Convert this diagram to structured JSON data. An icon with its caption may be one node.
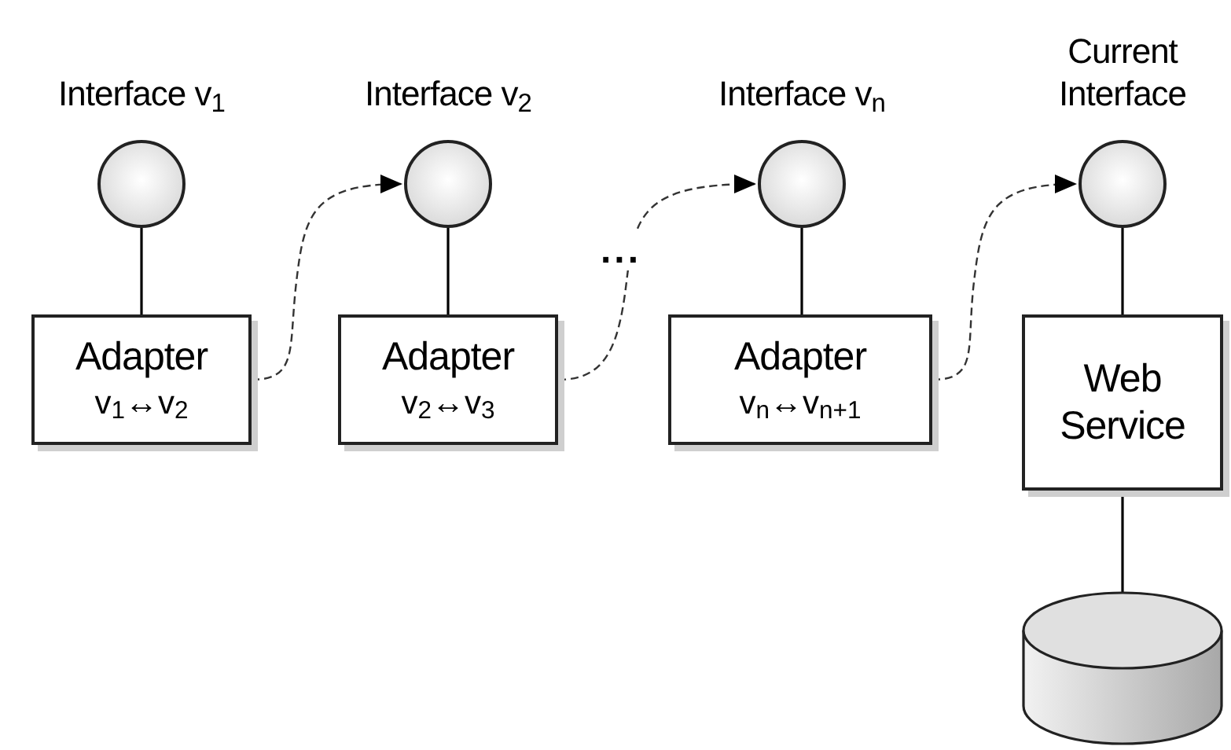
{
  "diagram": {
    "nodes": [
      {
        "text": [
          "Interface v$_{1}$"
        ]
      },
      {
        "text": [
          "Interface v$_{2}$"
        ]
      },
      {
        "text": [
          "Interface v$_{n}$"
        ]
      },
      {
        "text": [
          "Current Interface"
        ]
      },
      {
        "text": [
          "Adapter",
          "v$_{1}$↔v$_{2}$"
        ]
      },
      {
        "text": [
          "Adapter",
          "v$_{2}$↔v$_{3}$"
        ]
      },
      {
        "text": [
          "Adapter",
          "v$_{n}$↔v$_{n+1}$"
        ]
      },
      {
        "text": [
          "Web Service"
        ]
      },
      {
        "text": [],
        "shape": "cylinder"
      }
    ],
    "edges": [
      {
        "from": 0,
        "to": 4,
        "arrow": "none"
      },
      {
        "from": 1,
        "to": 5,
        "arrow": "none"
      },
      {
        "from": 2,
        "to": 6,
        "arrow": "none"
      },
      {
        "from": 3,
        "to": 7,
        "arrow": "none"
      },
      {
        "from": 7,
        "to": 8,
        "arrow": "none"
      },
      {
        "from": 4,
        "to": 1,
        "arrow": "to",
        "style": "dashed"
      },
      {
        "from": 5,
        "to": 2,
        "arrow": "to",
        "style": "dashed"
      },
      {
        "from": 6,
        "to": 3,
        "arrow": "to",
        "style": "dashed"
      }
    ],
    "labels": [
      "..."
    ]
  }
}
